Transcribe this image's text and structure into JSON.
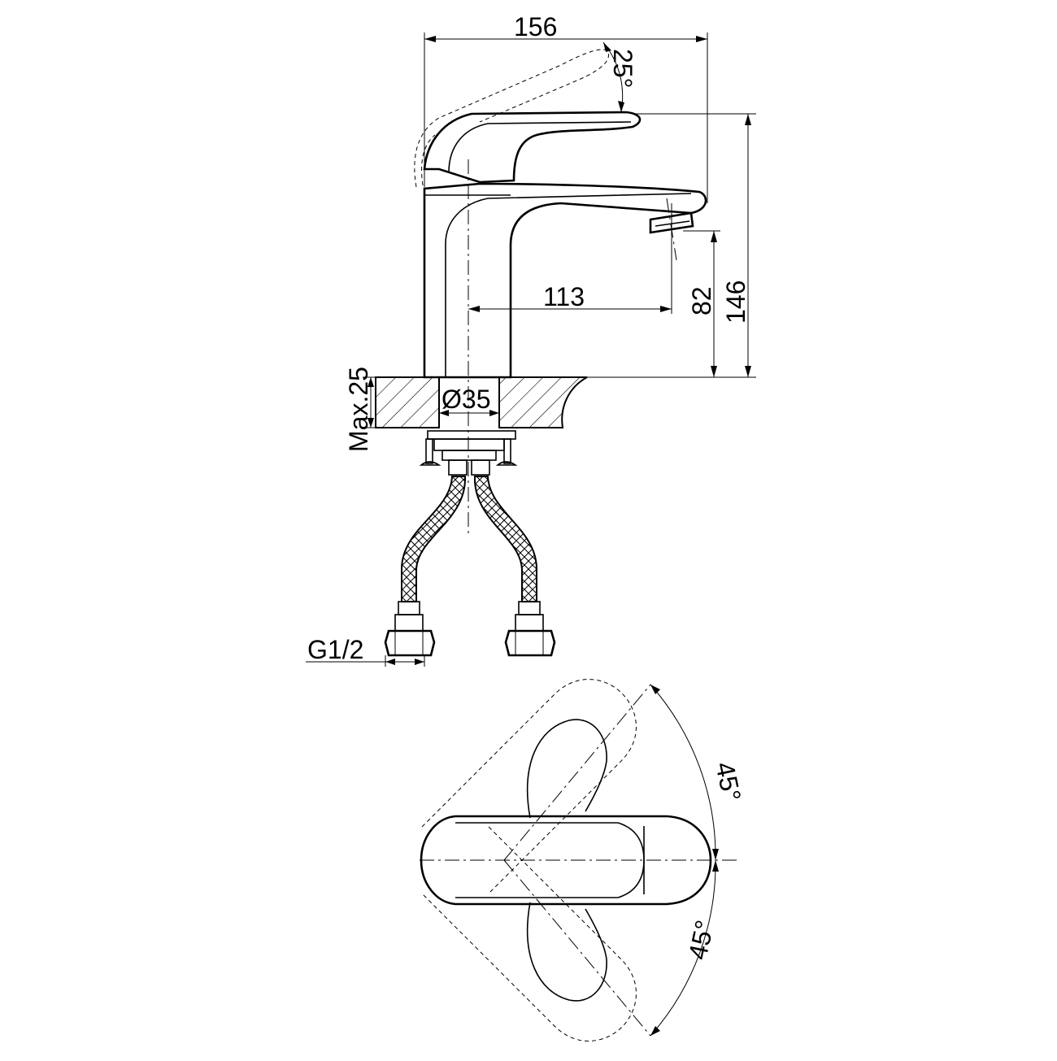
{
  "dimensions": {
    "overall_length": "156",
    "lever_angle": "25°",
    "spout_reach": "113",
    "spout_clearance": "82",
    "overall_height": "146",
    "max_deck_thickness": "Max.25",
    "mounting_hole": "Ø35",
    "connection_thread": "G1/2",
    "rotation_upper": "45°",
    "rotation_lower": "45°"
  }
}
